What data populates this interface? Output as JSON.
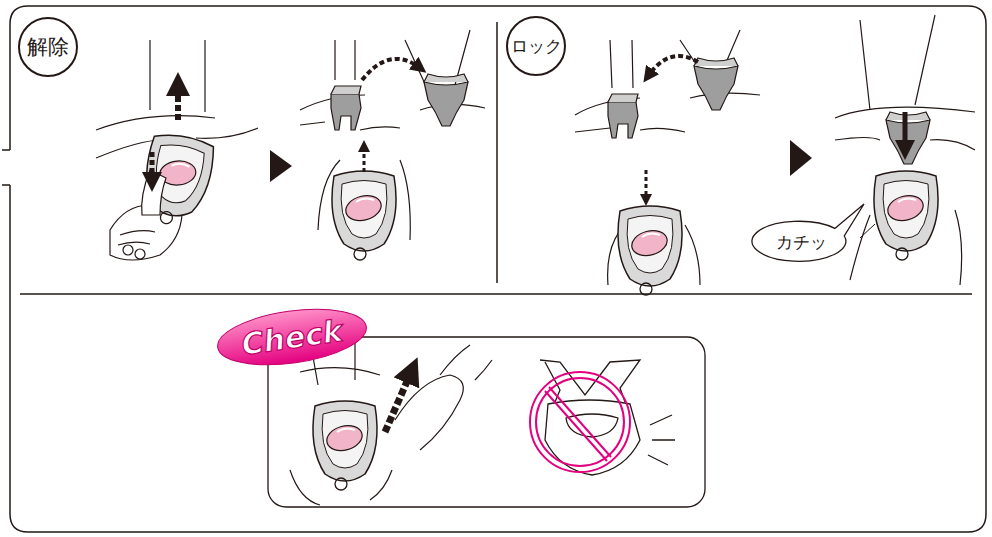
{
  "diagram": {
    "nodes": [
      {
        "text": [
          "解除"
        ]
      },
      {
        "text": [
          "ロック"
        ]
      },
      {
        "text": [
          "カチッ"
        ]
      },
      {
        "text": [
          "Check"
        ]
      }
    ]
  }
}
